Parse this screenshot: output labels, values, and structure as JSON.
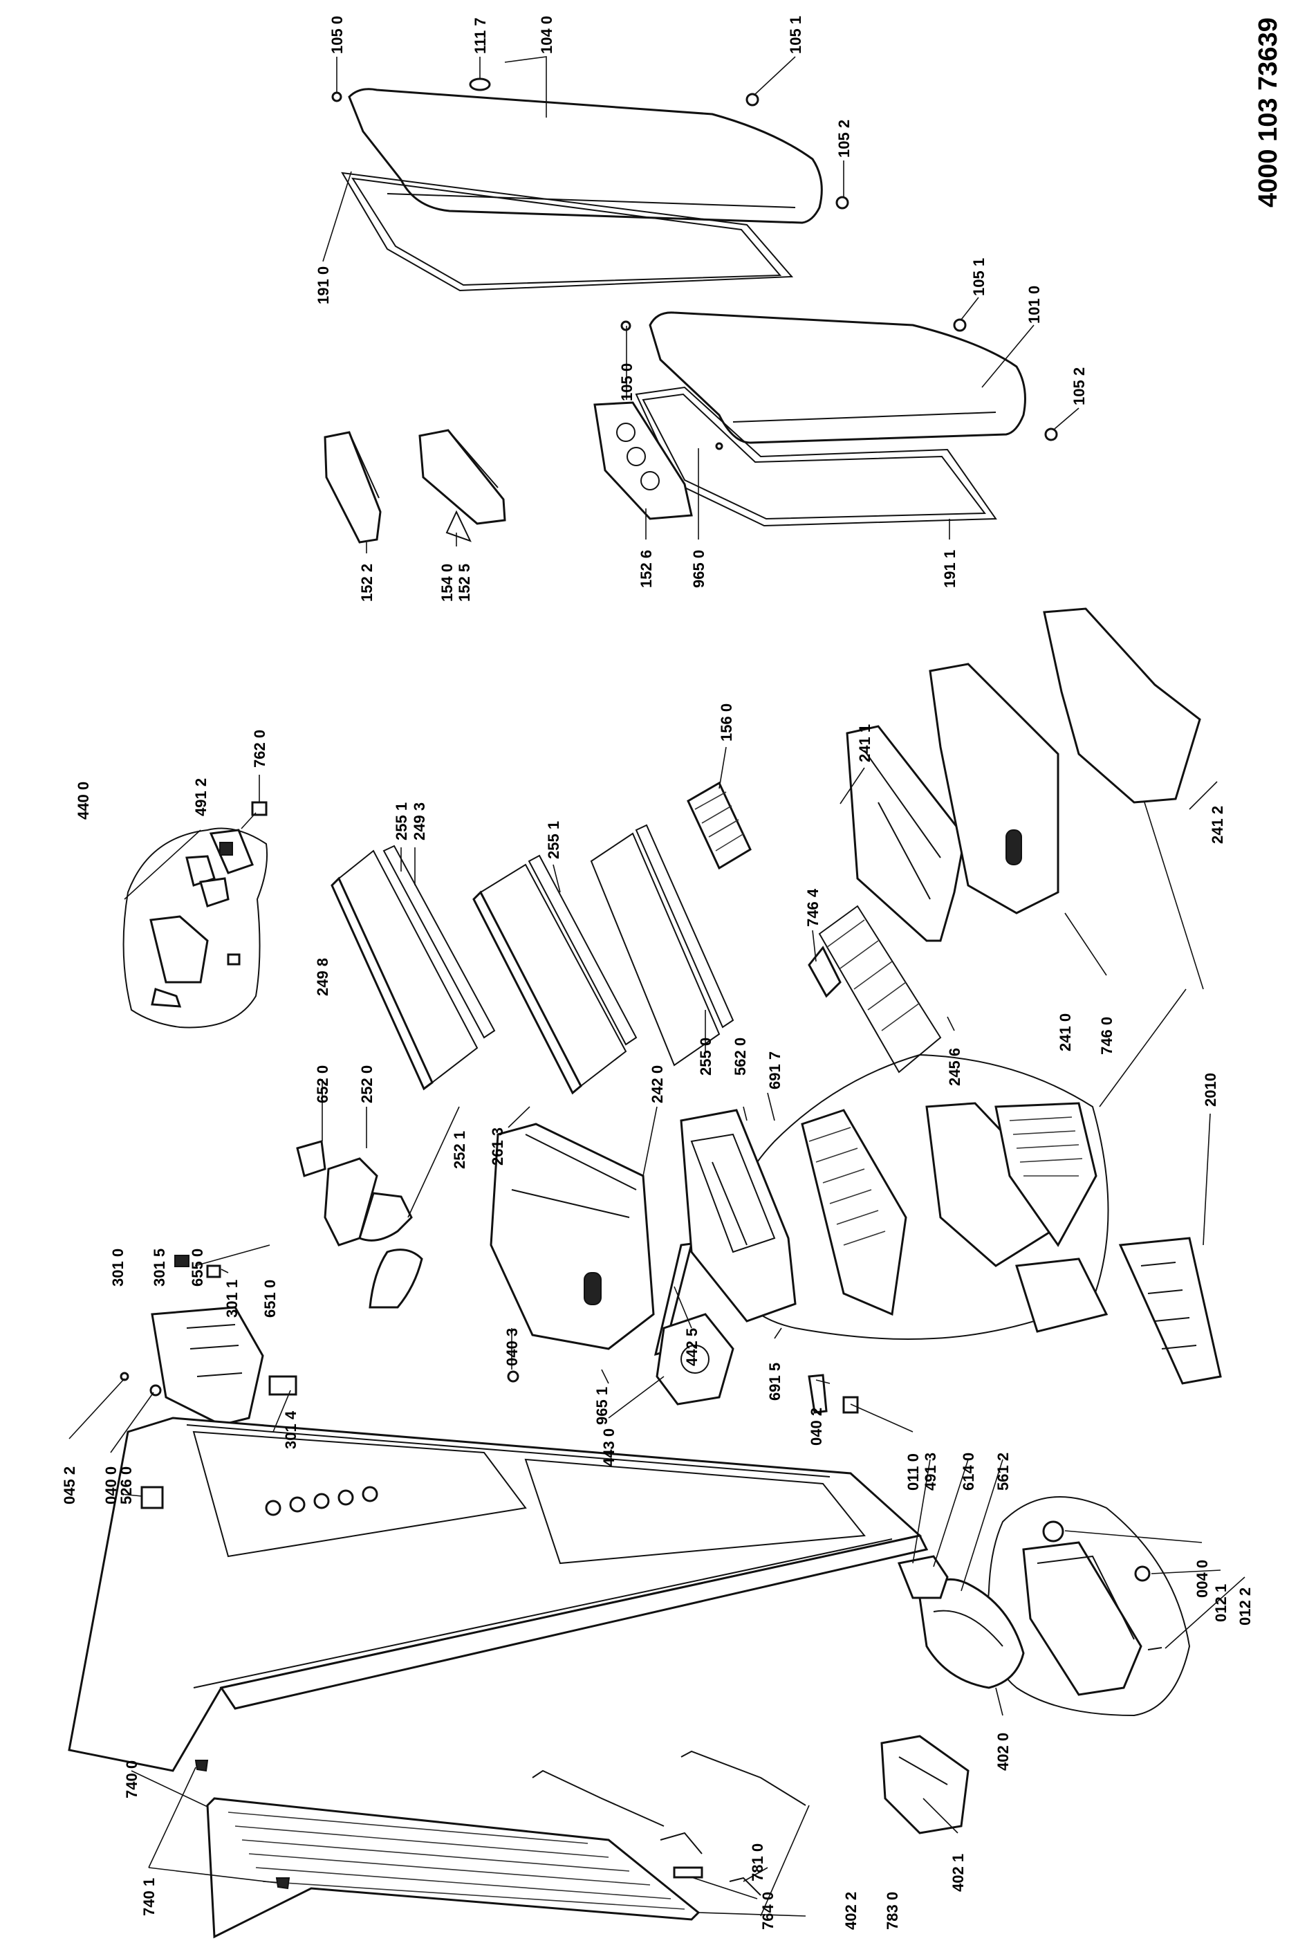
{
  "document_number": "4000 103 73639",
  "labels": {
    "l1050a": "105 0",
    "l1117": "111 7",
    "l1040": "104 0",
    "l1051a": "105 1",
    "l1052a": "105 2",
    "l1910": "191 0",
    "l1051b": "105 1",
    "l1010": "101 0",
    "l1050b": "105 0",
    "l1052b": "105 2",
    "l1526": "152 6",
    "l9650": "965 0",
    "l1911": "191 1",
    "l1522": "152 2",
    "l1540": "154 0",
    "l1525": "152 5",
    "l4400": "440 0",
    "l4912a": "491 2",
    "l7620": "762 0",
    "l2551a": "255 1",
    "l2493": "249 3",
    "l2551b": "255 1",
    "l1560": "156 0",
    "l2411": "241 1",
    "l2498": "249 8",
    "l6520": "652 0",
    "l2520": "252 0",
    "l7464": "746 4",
    "l2456": "245 6",
    "l2410": "241 0",
    "l7460": "746 0",
    "l2412": "241 2",
    "l2550": "255 0",
    "l5620": "562 0",
    "l6917": "691 7",
    "l2613": "261 3",
    "l2420": "242 0",
    "l2521": "252 1",
    "l3010": "301 0",
    "l3015": "301 5",
    "l6550": "655 0",
    "l3011": "301 1",
    "l6510": "651 0",
    "l2010": "2010",
    "l0403": "040 3",
    "l4425": "442 5",
    "l9651": "965 1",
    "l4430": "443 0",
    "l6915": "691 5",
    "l0402": "040 2",
    "l3014": "301 4",
    "l0452": "045 2",
    "l0400": "040 0",
    "l5260": "526 0",
    "l0110": "011 0",
    "l4913": "491 3",
    "l6140": "614 0",
    "l5612": "561 2",
    "l0040": "004 0",
    "l0121": "012 1",
    "l0122": "012 2",
    "l7400": "740 0",
    "l7401": "740 1",
    "l4021": "402 1",
    "l4020": "402 0",
    "l7640": "764 0",
    "l7810": "781 0",
    "l4022": "402 2",
    "l7830": "783 0"
  }
}
